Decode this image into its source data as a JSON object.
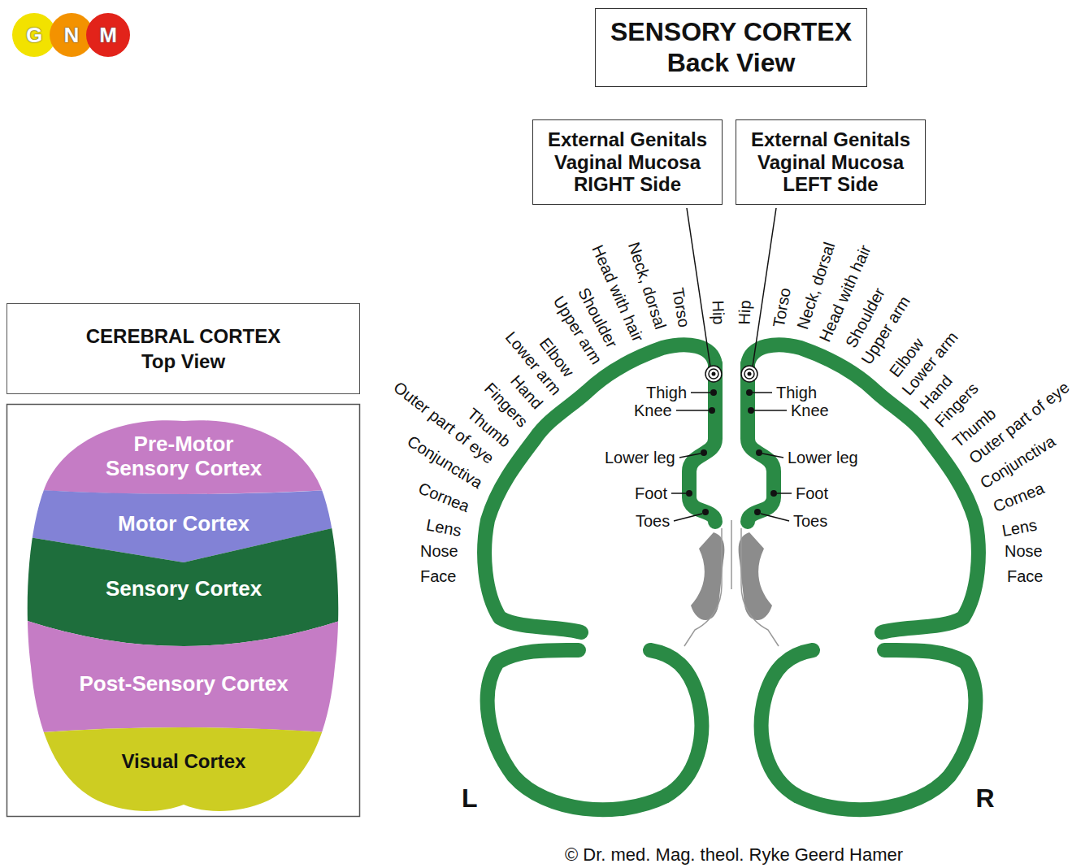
{
  "diagram": {
    "title": "SENSORY CORTEX Back View",
    "caption": "© Dr. med. Mag. theol. Ryke Geerd Hamer",
    "nodes": [
      {
        "text": [
          "G"
        ]
      },
      {
        "text": [
          "N"
        ]
      },
      {
        "text": [
          "M"
        ]
      },
      {
        "text": [
          "External Genitals Vaginal Mucosa RIGHT Side"
        ]
      },
      {
        "text": [
          "External Genitals Vaginal Mucosa LEFT Side"
        ]
      },
      {
        "text": [
          "CEREBRAL CORTEX Top View"
        ]
      },
      {
        "text": [
          "Pre-Motor Sensory Cortex"
        ]
      },
      {
        "text": [
          "Motor Cortex"
        ]
      },
      {
        "text": [
          "Sensory Cortex"
        ]
      },
      {
        "text": [
          "Post-Sensory Cortex"
        ]
      },
      {
        "text": [
          "Visual Cortex"
        ]
      }
    ],
    "labels": [
      "Hip",
      "Torso",
      "Neck, dorsal",
      "Head with hair",
      "Shoulder",
      "Upper arm",
      "Elbow",
      "Lower arm",
      "Hand",
      "Fingers",
      "Thumb",
      "Outer part of eye",
      "Conjunctiva",
      "Cornea",
      "Lens",
      "Nose",
      "Face",
      "Thigh",
      "Knee",
      "Lower leg",
      "Foot",
      "Toes",
      "Thigh",
      "Knee",
      "Lower leg",
      "Foot",
      "Toes",
      "Hip",
      "Torso",
      "Neck, dorsal",
      "Head with hair",
      "Shoulder",
      "Upper arm",
      "Elbow",
      "Lower arm",
      "Hand",
      "Fingers",
      "Thumb",
      "Outer part of eye",
      "Conjunctiva",
      "Cornea",
      "Lens",
      "Nose",
      "Face",
      "L",
      "R"
    ]
  }
}
